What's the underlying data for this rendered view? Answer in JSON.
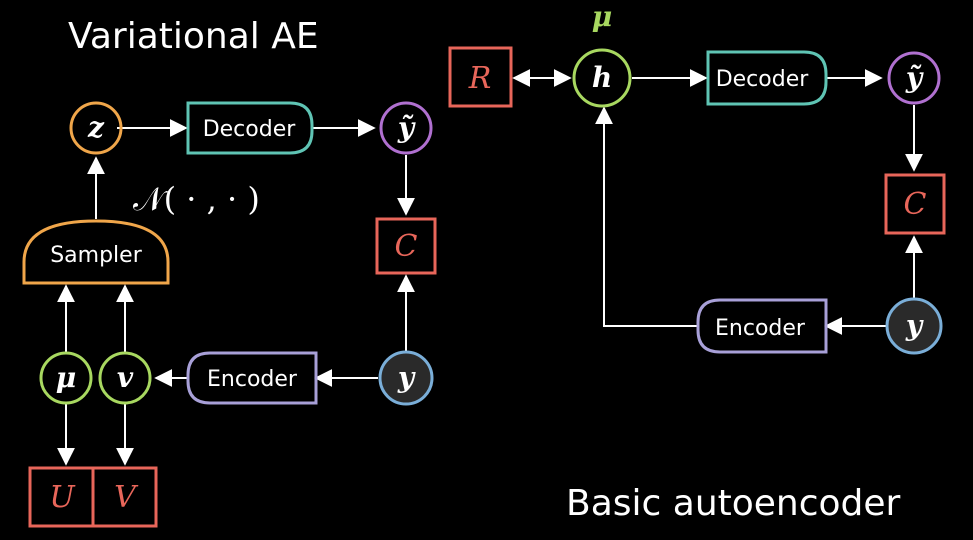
{
  "titles": {
    "vae": "Variational AE",
    "basic": "Basic autoencoder"
  },
  "vae": {
    "decoder_label": "Decoder",
    "encoder_label": "Encoder",
    "sampler_label": "Sampler",
    "normal_label": "𝒩( · , · )",
    "z": "z",
    "y_tilde": "ỹ",
    "y": "y",
    "mu": "μ",
    "v": "v",
    "C": "C",
    "U": "U",
    "V": "V"
  },
  "basic": {
    "decoder_label": "Decoder",
    "encoder_label": "Encoder",
    "h": "h",
    "mu_label": "μ",
    "R": "R",
    "y_tilde": "ỹ",
    "y": "y",
    "C": "C"
  },
  "colors": {
    "background": "#000000",
    "orange": "#f0a64a",
    "teal": "#5fc4b4",
    "purple": "#b070d0",
    "red": "#e8665a",
    "green": "#a8d860",
    "blue": "#7aaed8",
    "lavender": "#a8a0d8",
    "y_fill": "#2a2a2a"
  }
}
